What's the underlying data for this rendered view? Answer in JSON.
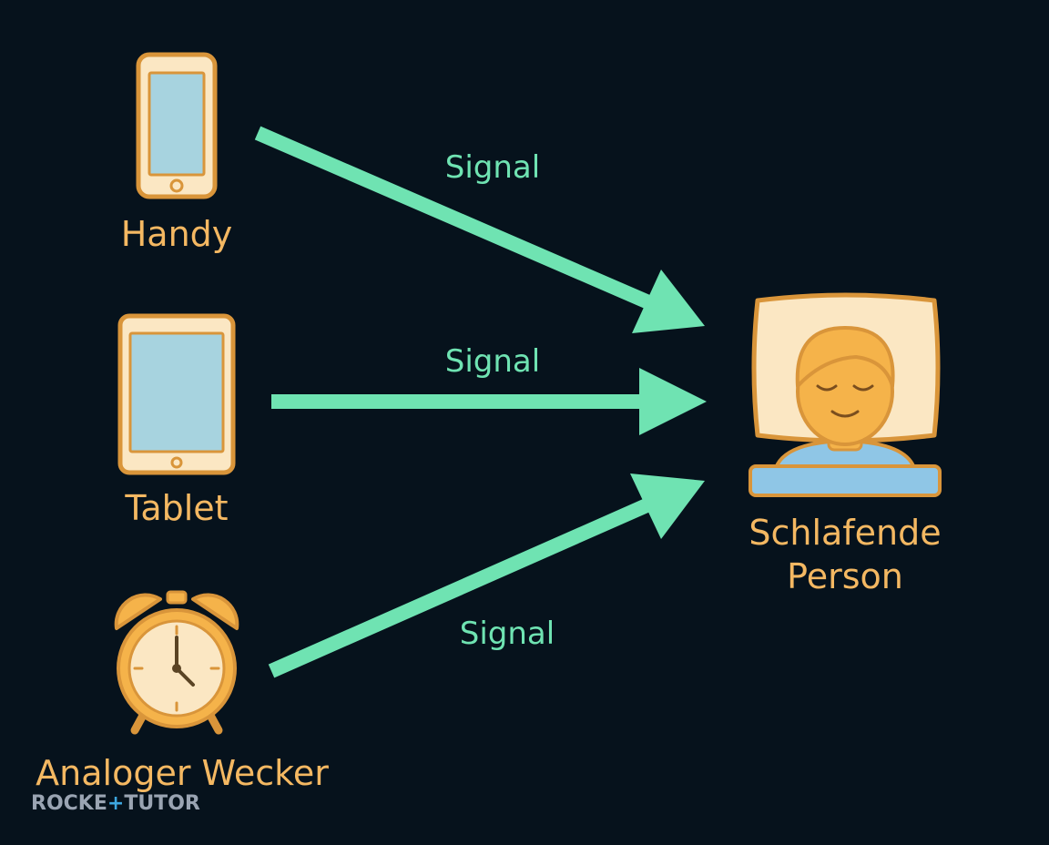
{
  "devices": {
    "handy": {
      "label": "Handy"
    },
    "tablet": {
      "label": "Tablet"
    },
    "wecker": {
      "label": "Analoger Wecker"
    }
  },
  "target": {
    "label_line1": "Schlafende",
    "label_line2": "Person"
  },
  "signals": [
    {
      "label": "Signal"
    },
    {
      "label": "Signal"
    },
    {
      "label": "Signal"
    }
  ],
  "watermark": {
    "part1": "ROCKE",
    "plus": "+",
    "part2": "TUTOR"
  },
  "colors": {
    "background": "#06121c",
    "arrow": "#6fe3b2",
    "icon_outline": "#d9953a",
    "icon_fill": "#fbe7c3",
    "screen": "#a7d3df",
    "face": "#f5b34a",
    "blanket": "#8fc6e6"
  },
  "icons": {
    "handy": "smartphone-icon",
    "tablet": "tablet-icon",
    "wecker": "alarm-clock-icon",
    "person": "sleeping-person-icon"
  }
}
